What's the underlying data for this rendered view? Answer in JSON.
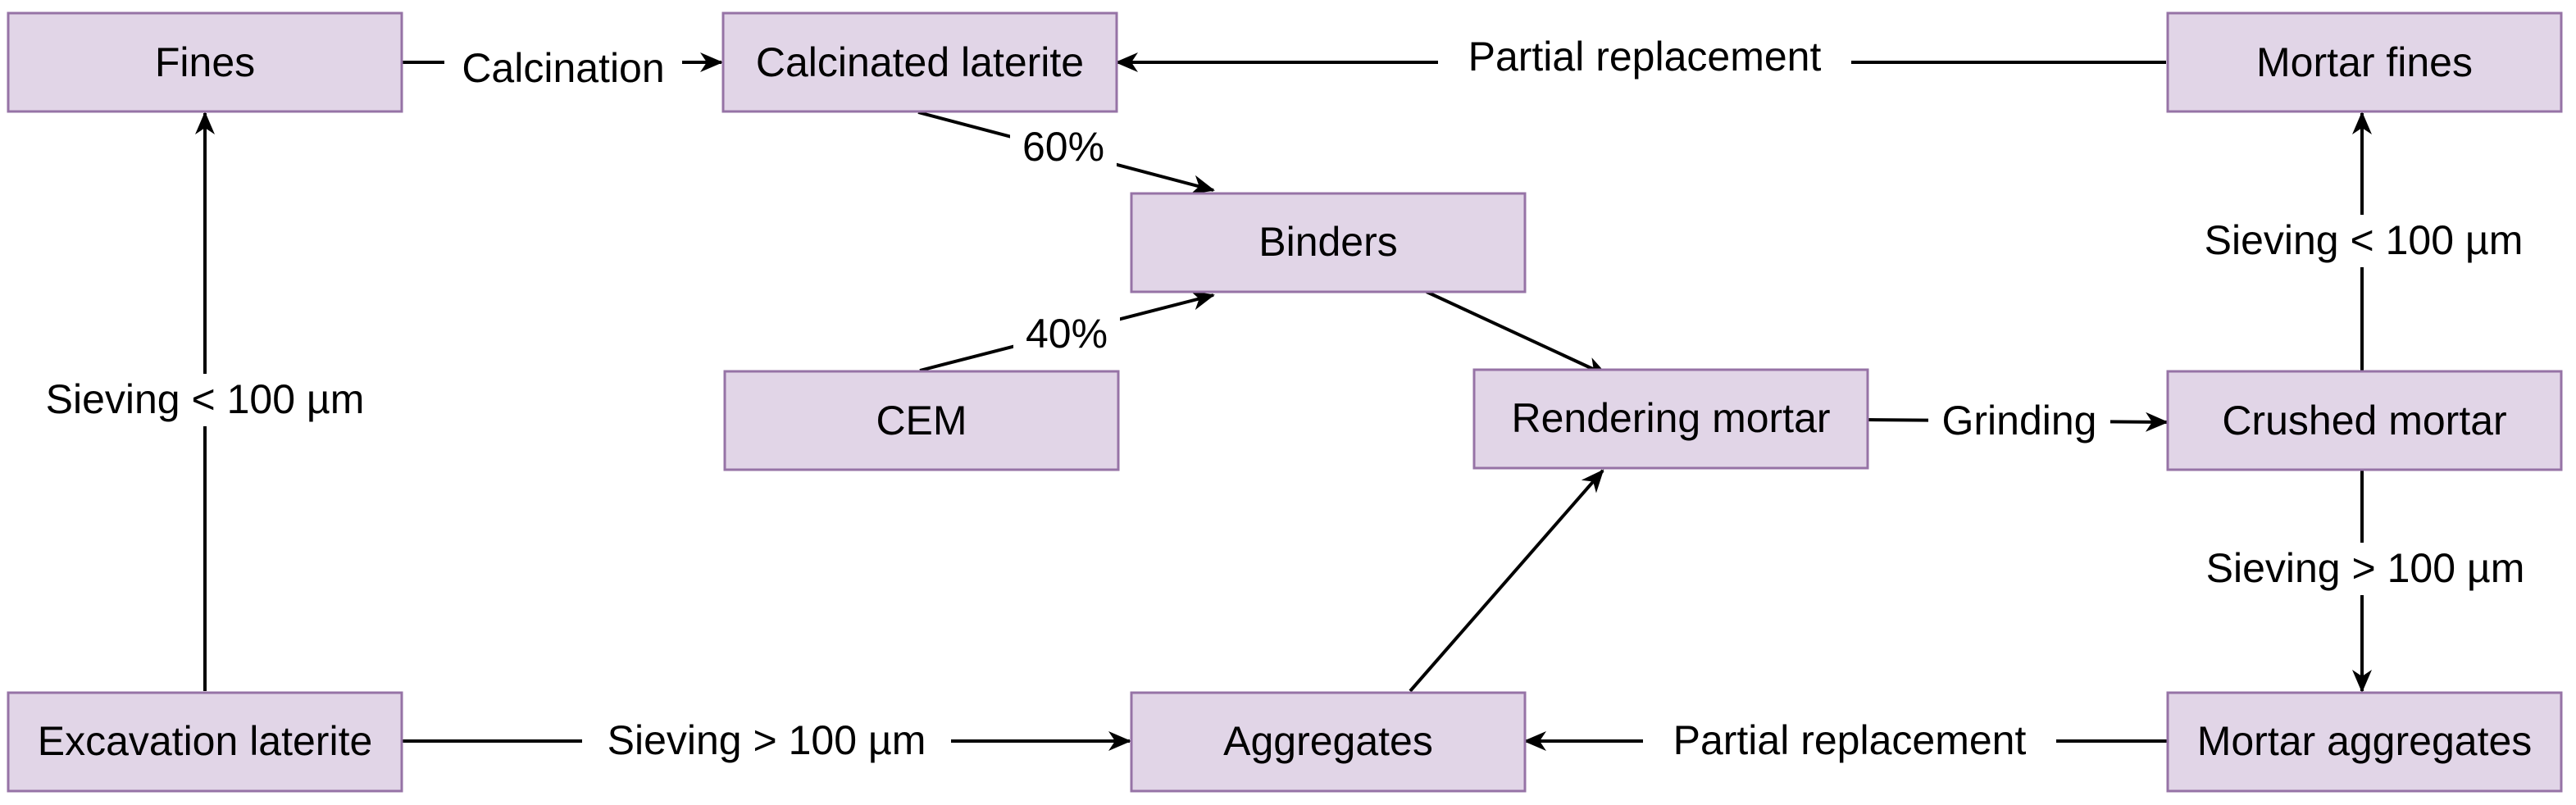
{
  "nodes": {
    "fines": "Fines",
    "calcinated_laterite": "Calcinated laterite",
    "mortar_fines": "Mortar fines",
    "binders": "Binders",
    "cem": "CEM",
    "rendering_mortar": "Rendering mortar",
    "crushed_mortar": "Crushed mortar",
    "excavation_laterite": "Excavation laterite",
    "aggregates": "Aggregates",
    "mortar_aggregates": "Mortar aggregates"
  },
  "edges": {
    "calcination": "Calcination",
    "partial_replacement_top": "Partial replacement",
    "pct_60": "60%",
    "pct_40": "40%",
    "sieving_lt_left": "Sieving < 100 µm",
    "sieving_lt_right": "Sieving < 100 µm",
    "grinding": "Grinding",
    "sieving_gt_right": "Sieving > 100 µm",
    "sieving_gt_bottom": "Sieving > 100 µm",
    "partial_replacement_bottom": "Partial replacement"
  },
  "colors": {
    "box_fill": "#e1d5e7",
    "box_stroke": "#9673a6",
    "line": "#000000"
  }
}
